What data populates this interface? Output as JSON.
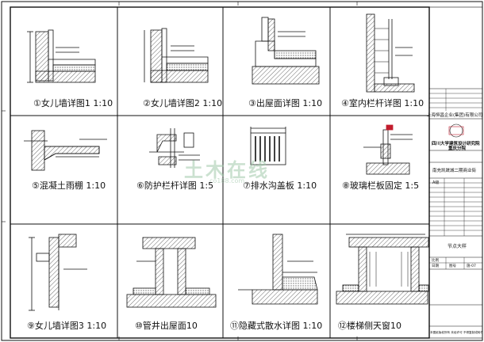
{
  "details": [
    {
      "caption": "女儿墙详图1 1:10",
      "num": "①"
    },
    {
      "caption": "女儿墙详图2 1:10",
      "num": "②"
    },
    {
      "caption": "出屋面详图 1:10",
      "num": "③"
    },
    {
      "caption": "室内栏杆详图 1:10",
      "num": "④"
    },
    {
      "caption": "混凝土雨棚 1:10",
      "num": "⑤"
    },
    {
      "caption": "防护栏杆详图 1:5",
      "num": "⑥"
    },
    {
      "caption": "排水沟盖板 1:10",
      "num": "⑦"
    },
    {
      "caption": "玻璃栏板固定 1:5",
      "num": "⑧"
    },
    {
      "caption": "女儿墙详图3 1:10",
      "num": "⑨"
    },
    {
      "caption": "管井出屋面10",
      "num": "⑩"
    },
    {
      "caption": "隐藏式散水详图 1:10",
      "num": "⑪"
    },
    {
      "caption": "楼梯侧天窗10",
      "num": "⑫"
    }
  ],
  "title_block": {
    "company": "上海恒昌企业(集团)有限公司",
    "institute": "四川大学建筑设计研究院",
    "institute_sub": "重庆分院",
    "project": "南充凯晟城二期商业街",
    "drawing_name": "节点大样",
    "grade": "A级",
    "scale_label": "比例",
    "date_label": "日期",
    "sheet_label": "图号",
    "sheet_no": "施-07",
    "footer": "本图纸版权所有 未经许可 不得复制或转作他用"
  },
  "watermark": {
    "text": "土木在线",
    "sub": "co188.com"
  },
  "colors": {
    "line": "#111111",
    "hatch": "#555555",
    "accent": "#c21d2d",
    "paper": "#ffffff"
  }
}
